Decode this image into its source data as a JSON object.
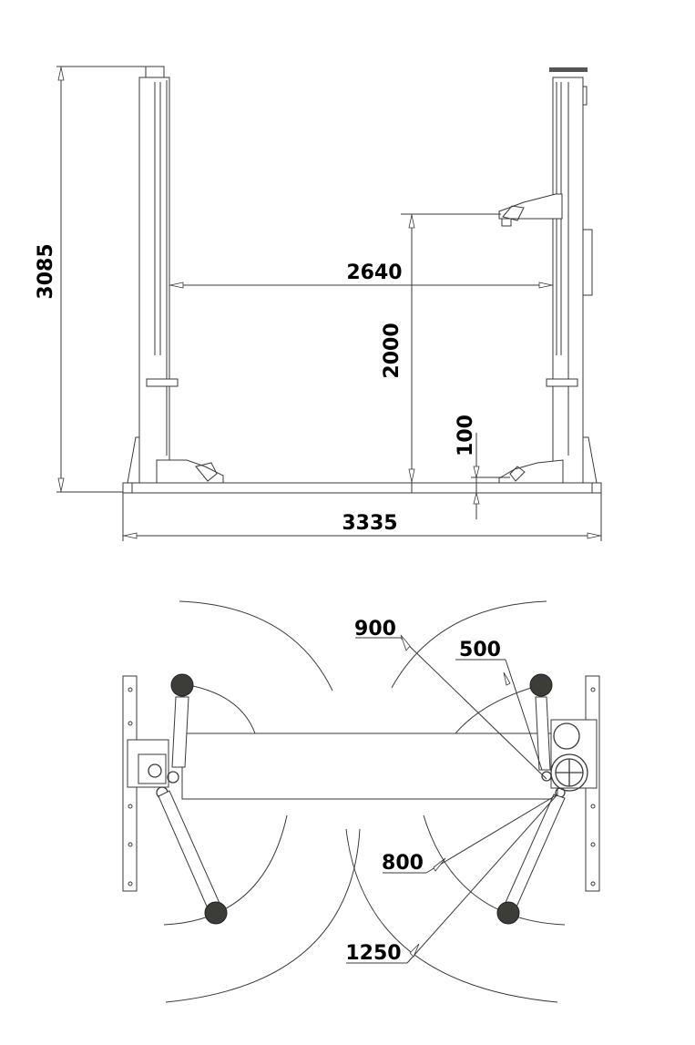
{
  "front_view": {
    "overall_height": "3085",
    "post_inner_width": "2640",
    "max_lift_height": "2000",
    "min_arm_height": "100",
    "overall_width": "3335"
  },
  "plan_view": {
    "dim_900": "900",
    "dim_500": "500",
    "dim_800": "800",
    "dim_1250": "1250"
  }
}
